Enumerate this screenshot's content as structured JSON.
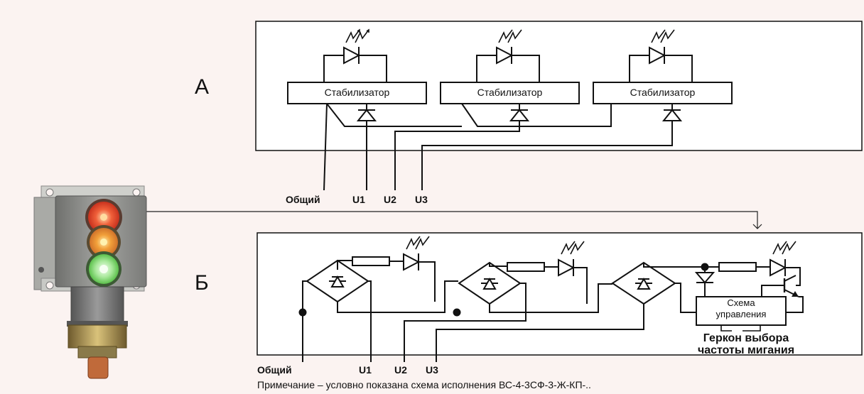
{
  "diagram_a": {
    "label": "А",
    "stabilizer_label": "Стабилизатор",
    "terminals": [
      "Общий",
      "U1",
      "U2",
      "U3"
    ]
  },
  "diagram_b": {
    "label": "Б",
    "control_label": "Схема управления",
    "control_line1": "Схема",
    "control_line2": "управления",
    "reed_line1": "Геркон выбора",
    "reed_line2": "частоты мигания",
    "terminals": [
      "Общий",
      "U1",
      "U2",
      "U3"
    ]
  },
  "note": "Примечание – условно показана схема исполнения ВС-4-3СФ-3-Ж-КП-..",
  "colors": {
    "background": "#fbf3f1",
    "lamp_red": "#e8412a",
    "lamp_orange": "#f2952f",
    "lamp_green": "#7fd36a",
    "housing": "#8e8f8c"
  }
}
